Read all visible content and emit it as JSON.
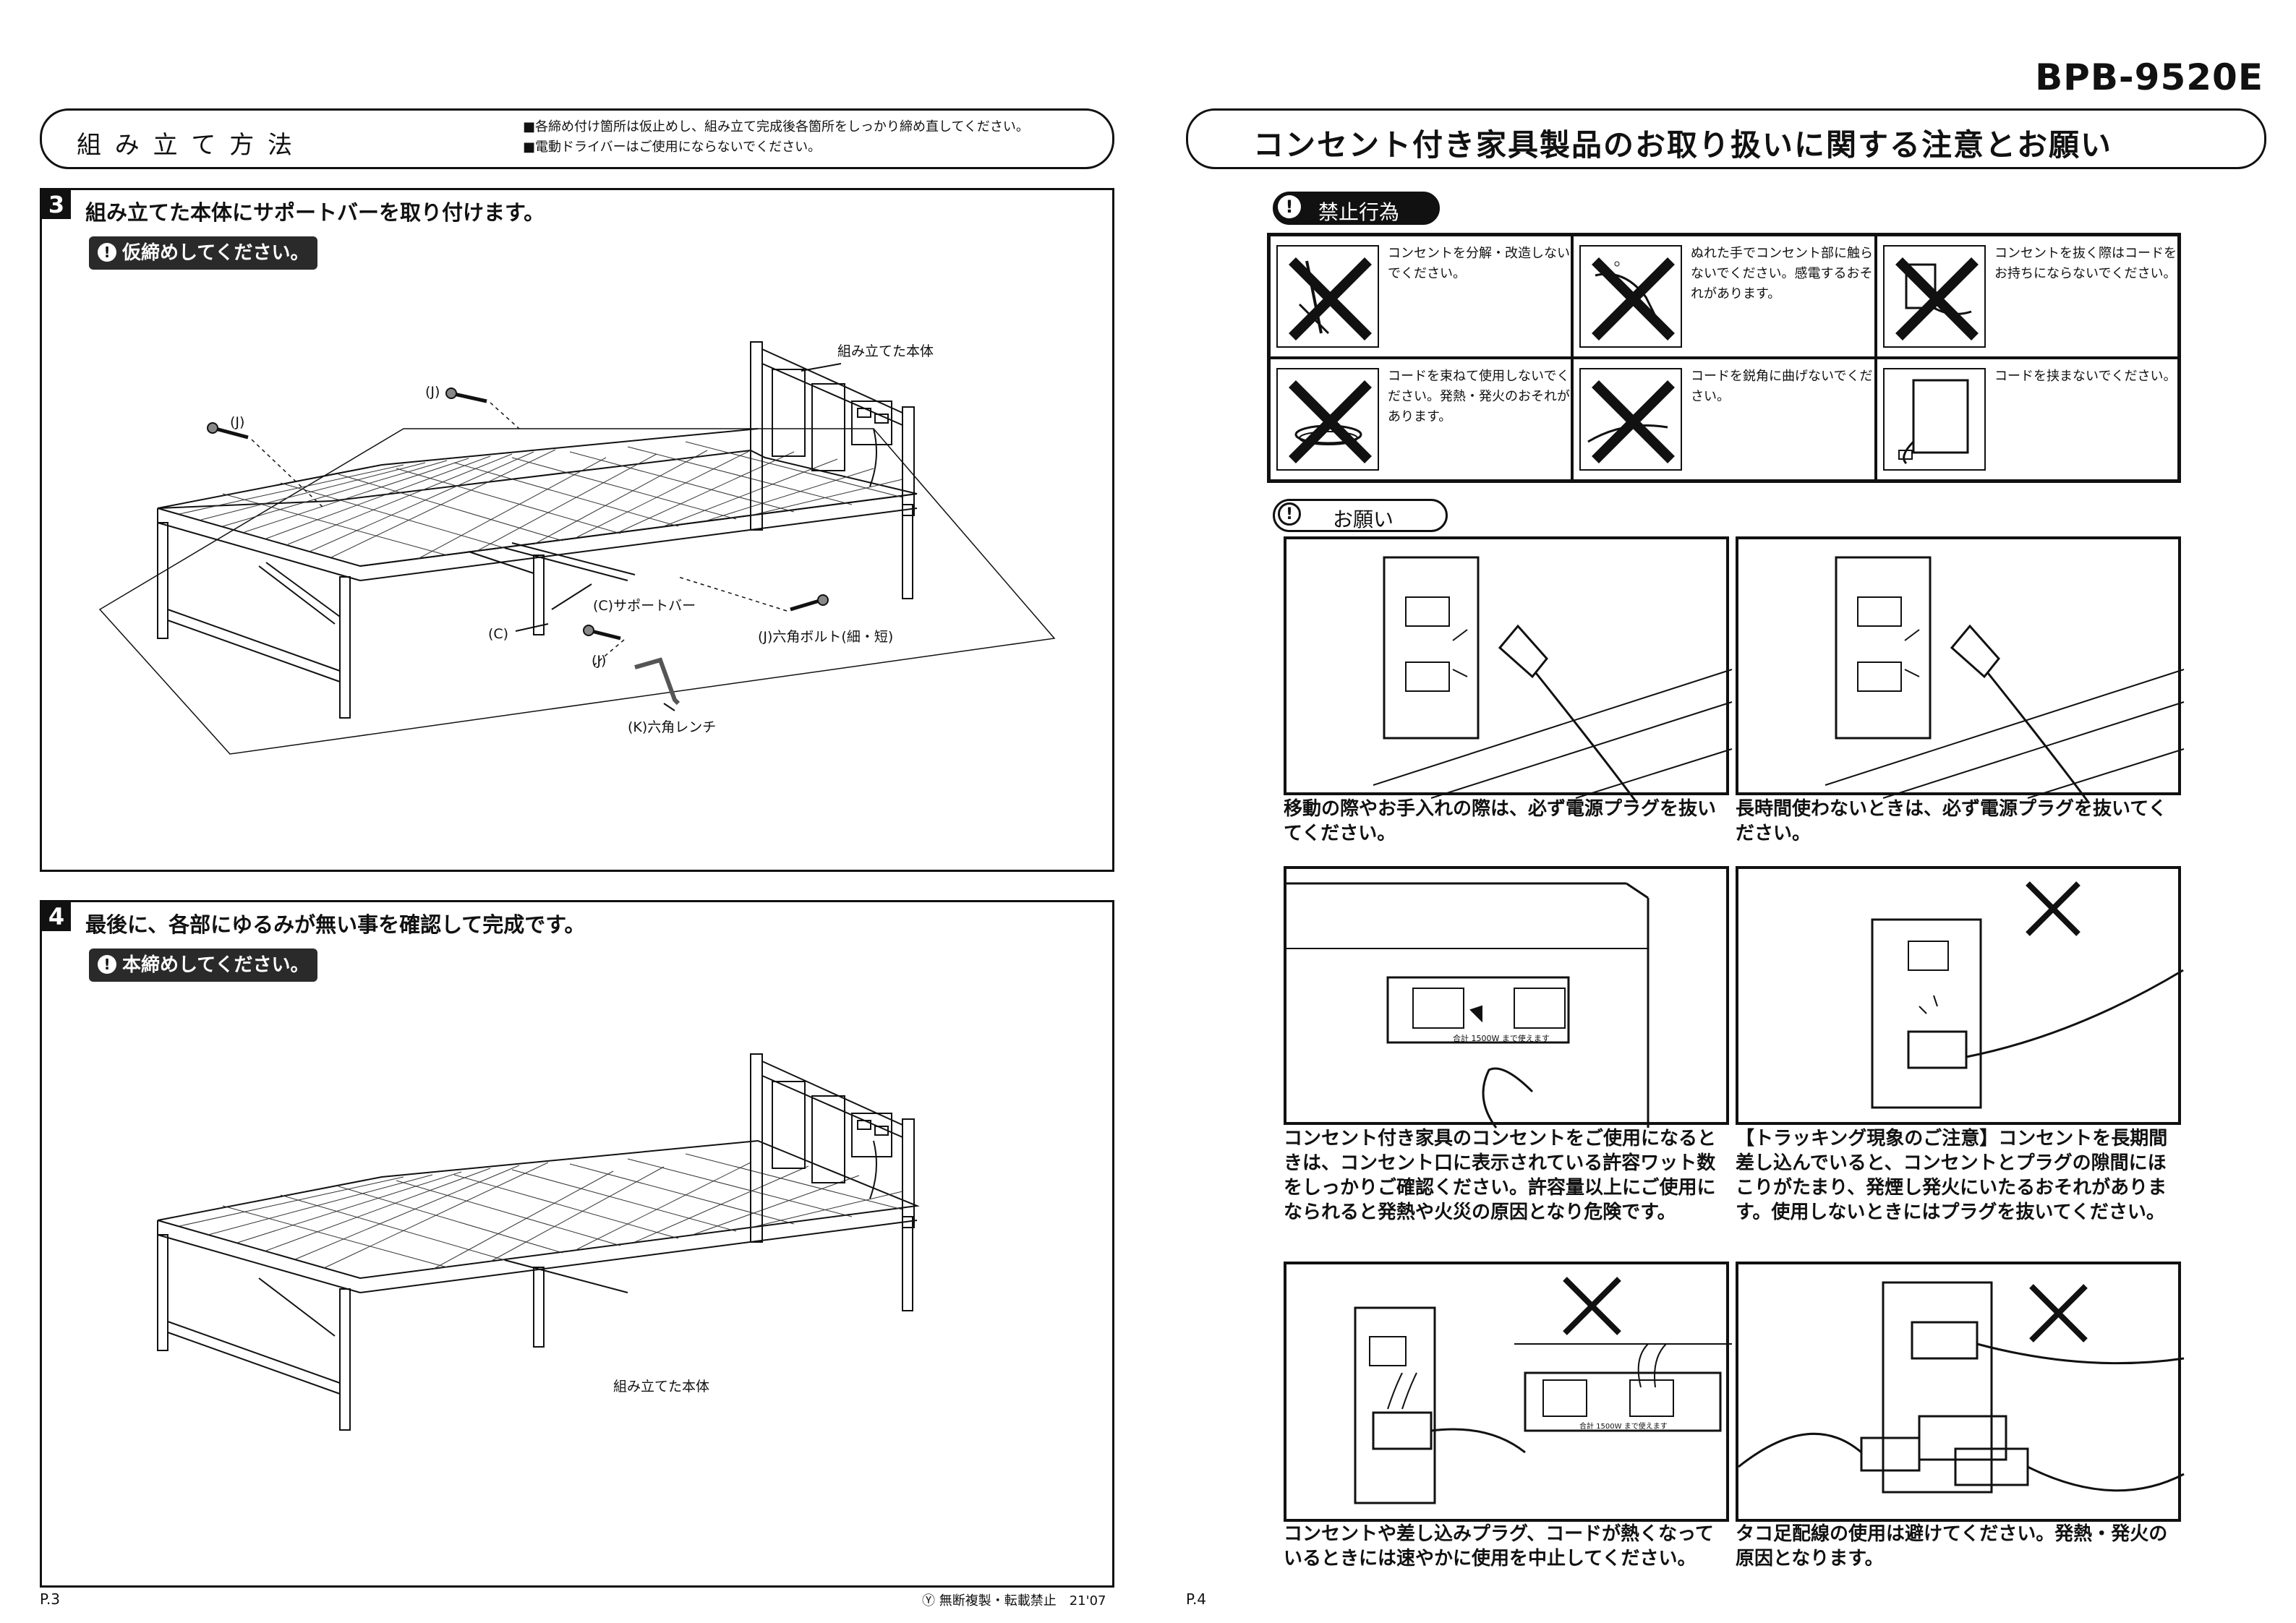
{
  "model": "BPB-9520E",
  "left": {
    "header_title": "組 み 立 て 方 法",
    "notes": [
      "■各締め付け箇所は仮止めし、組み立て完成後各箇所をしっかり締め直してください。",
      "■電動ドライバーはご使用にならないでください。"
    ],
    "step3": {
      "number": "3",
      "title": "組み立てた本体にサポートバーを取り付けます。",
      "tag": "仮締めしてください。",
      "labels": {
        "body": "組み立てた本体",
        "j1": "(J)",
        "j2": "(J)",
        "j3": "(J)",
        "c": "(C)",
        "support": "(C)サポートバー",
        "bolt": "(J)六角ボルト(細・短)",
        "wrench": "(K)六角レンチ"
      }
    },
    "step4": {
      "number": "4",
      "title": "最後に、各部にゆるみが無い事を確認して完成です。",
      "tag": "本締めしてください。",
      "label_body": "組み立てた本体"
    },
    "page": "P.3",
    "copyright": "Ⓨ 無断複製・転載禁止　21'07"
  },
  "right": {
    "header_title": "コンセント付き家具製品のお取り扱いに関する注意とお願い",
    "prohibited_label": "禁止行為",
    "prohibited": [
      {
        "text": "コンセントを分解・改造しないでください。",
        "icon": "screwdriver-icon"
      },
      {
        "text": "ぬれた手でコンセント部に触らないでください。感電するおそれがあります。",
        "icon": "wet-hand-icon"
      },
      {
        "text": "コンセントを抜く際はコードをお持ちにならないでください。",
        "icon": "pull-cord-icon"
      },
      {
        "text": "コードを束ねて使用しないでください。発熱・発火のおそれがあります。",
        "icon": "bundled-cord-icon"
      },
      {
        "text": "コードを鋭角に曲げないでください。",
        "icon": "bent-cord-icon"
      },
      {
        "text": "コードを挟まないでください。",
        "icon": "pinched-cord-icon"
      }
    ],
    "request_label": "お願い",
    "panels": [
      {
        "caption": "移動の際やお手入れの際は、必ず電源プラグを抜いてください。"
      },
      {
        "caption": "長時間使わないときは、必ず電源プラグを抜いてください。"
      },
      {
        "caption": "コンセント付き家具のコンセントをご使用になるときは、コンセント口に表示されている許容ワット数をしっかりご確認ください。許容量以上にご使用になられると発熱や火災の原因となり危険です。",
        "outlet_label": "合計 1500W まで使えます"
      },
      {
        "caption": "【トラッキング現象のご注意】コンセントを長期間差し込んでいると、コンセントとプラグの隙間にほこりがたまり、発煙し発火にいたるおそれがあります。使用しないときにはプラグを抜いてください。"
      },
      {
        "caption": "コンセントや差し込みプラグ、コードが熱くなっているときには速やかに使用を中止してください。",
        "outlet_label": "合計 1500W まで使えます"
      },
      {
        "caption": "タコ足配線の使用は避けてください。発熱・発火の原因となります。"
      }
    ],
    "page": "P.4"
  }
}
